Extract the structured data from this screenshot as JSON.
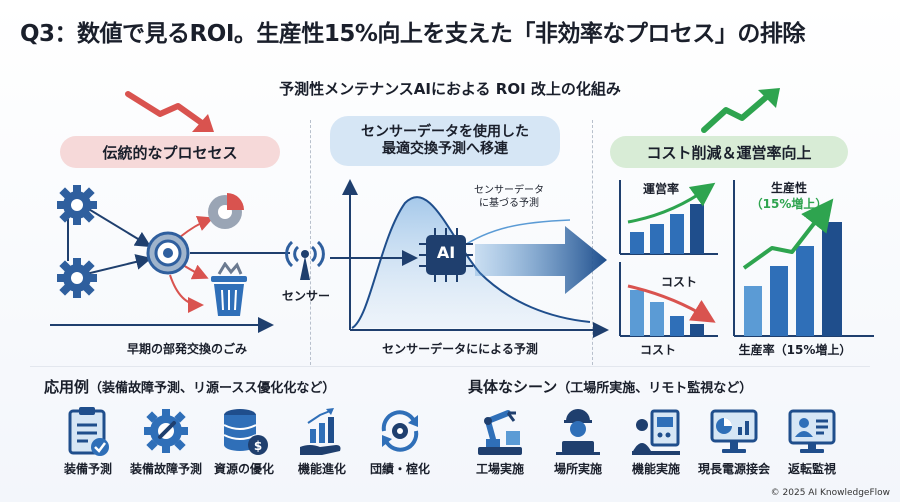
{
  "header": {
    "title": "Q3：数値で見るROI。生産性15%向上を支えた「非効率なプロセス」の排除",
    "subtitle": "予測性メンテナンスAIにおよる ROI 改上の化組み"
  },
  "left_panel": {
    "label": "伝統的なプロセセス",
    "axis_label": "早期の部発交換のごみ",
    "sensor_label": "センサー"
  },
  "middle_panel": {
    "label_line1": "センサーデータを使用した",
    "label_line2": "最適交換予測へ移連",
    "curve_label_line1": "センサーデータ",
    "curve_label_line2": "に基づる予測",
    "chip_label": "AI",
    "axis_label": "センサーデータにによる予測"
  },
  "right_panel": {
    "label": "コスト削減＆運営率向上",
    "chart_top_label": "運営率",
    "chart_cost_label": "コスト",
    "chart_bottom_label": "コスト",
    "chart_big_label_line1": "生産性",
    "chart_big_label_line2": "（15%増上）",
    "chart_big_axis_label": "生産率（15%増上）"
  },
  "applications": {
    "title": "応用例",
    "title_note": "（装備故障予測、リ源ースス優化化など）",
    "items": [
      {
        "label": "装備予測",
        "icon": "clipboard-check-icon"
      },
      {
        "label": "装備故障予測",
        "icon": "gear-wrench-icon"
      },
      {
        "label": "資源の優化",
        "icon": "database-coin-icon"
      },
      {
        "label": "機能進化",
        "icon": "hand-chart-icon"
      },
      {
        "label": "団績・榁化",
        "icon": "gear-cycle-icon"
      }
    ]
  },
  "scenes": {
    "title": "具体なシーン",
    "title_note": "（工場所実施、リモト監視など）",
    "items": [
      {
        "label": "工場実施",
        "icon": "robot-arm-icon"
      },
      {
        "label": "場所実施",
        "icon": "worker-laptop-icon"
      },
      {
        "label": "機能実施",
        "icon": "operator-machine-icon"
      },
      {
        "label": "現長電源接会",
        "icon": "monitor-chart-icon"
      },
      {
        "label": "返転監視",
        "icon": "remote-monitor-icon"
      }
    ]
  },
  "footer": {
    "copyright": "© 2025 AI KnowledgeFlow"
  },
  "colors": {
    "navy": "#1f4e8c",
    "blue": "#2f6fb8",
    "light_blue": "#5b9bd5",
    "red": "#d9534f",
    "green": "#2ea44f",
    "gray": "#6b7280"
  }
}
